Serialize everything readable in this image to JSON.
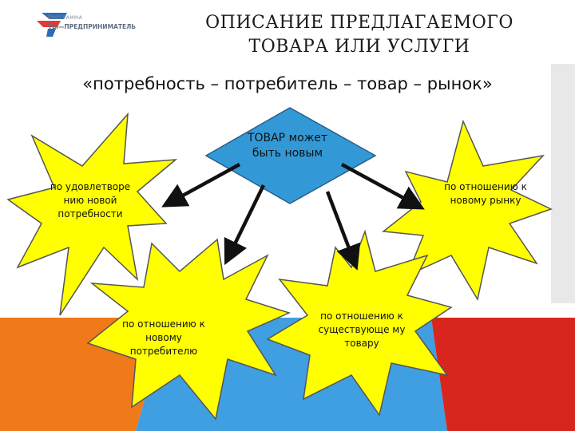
{
  "logo": {
    "line1": "ПРОГРАММА",
    "line2": "ТЫ—ПРЕДПРИНИМАТЕЛЬ",
    "colors": {
      "blue": "#2d6db5",
      "red": "#e23a36"
    }
  },
  "title": "ОПИСАНИЕ ПРЕДЛАГАЕМОГО ТОВАРА ИЛИ УСЛУГИ",
  "subtitle": "«потребность – потребитель – товар – рынок»",
  "center_node": {
    "label": "ТОВАР может быть новым",
    "color": "#3399d6"
  },
  "branches": [
    {
      "label": "по удовлетворе нию новой потребности"
    },
    {
      "label": "по отношению к новому рынку"
    },
    {
      "label": "по отношению к новому потребителю"
    },
    {
      "label": "по отношению к существующе му товару"
    }
  ],
  "colors": {
    "starburst_fill": "#ffff00",
    "starburst_stroke": "#555555",
    "bg_blue": "#3f9fe0",
    "bg_orange": "#f07a1a",
    "bg_red": "#d8261e",
    "arrow": "#111111"
  }
}
